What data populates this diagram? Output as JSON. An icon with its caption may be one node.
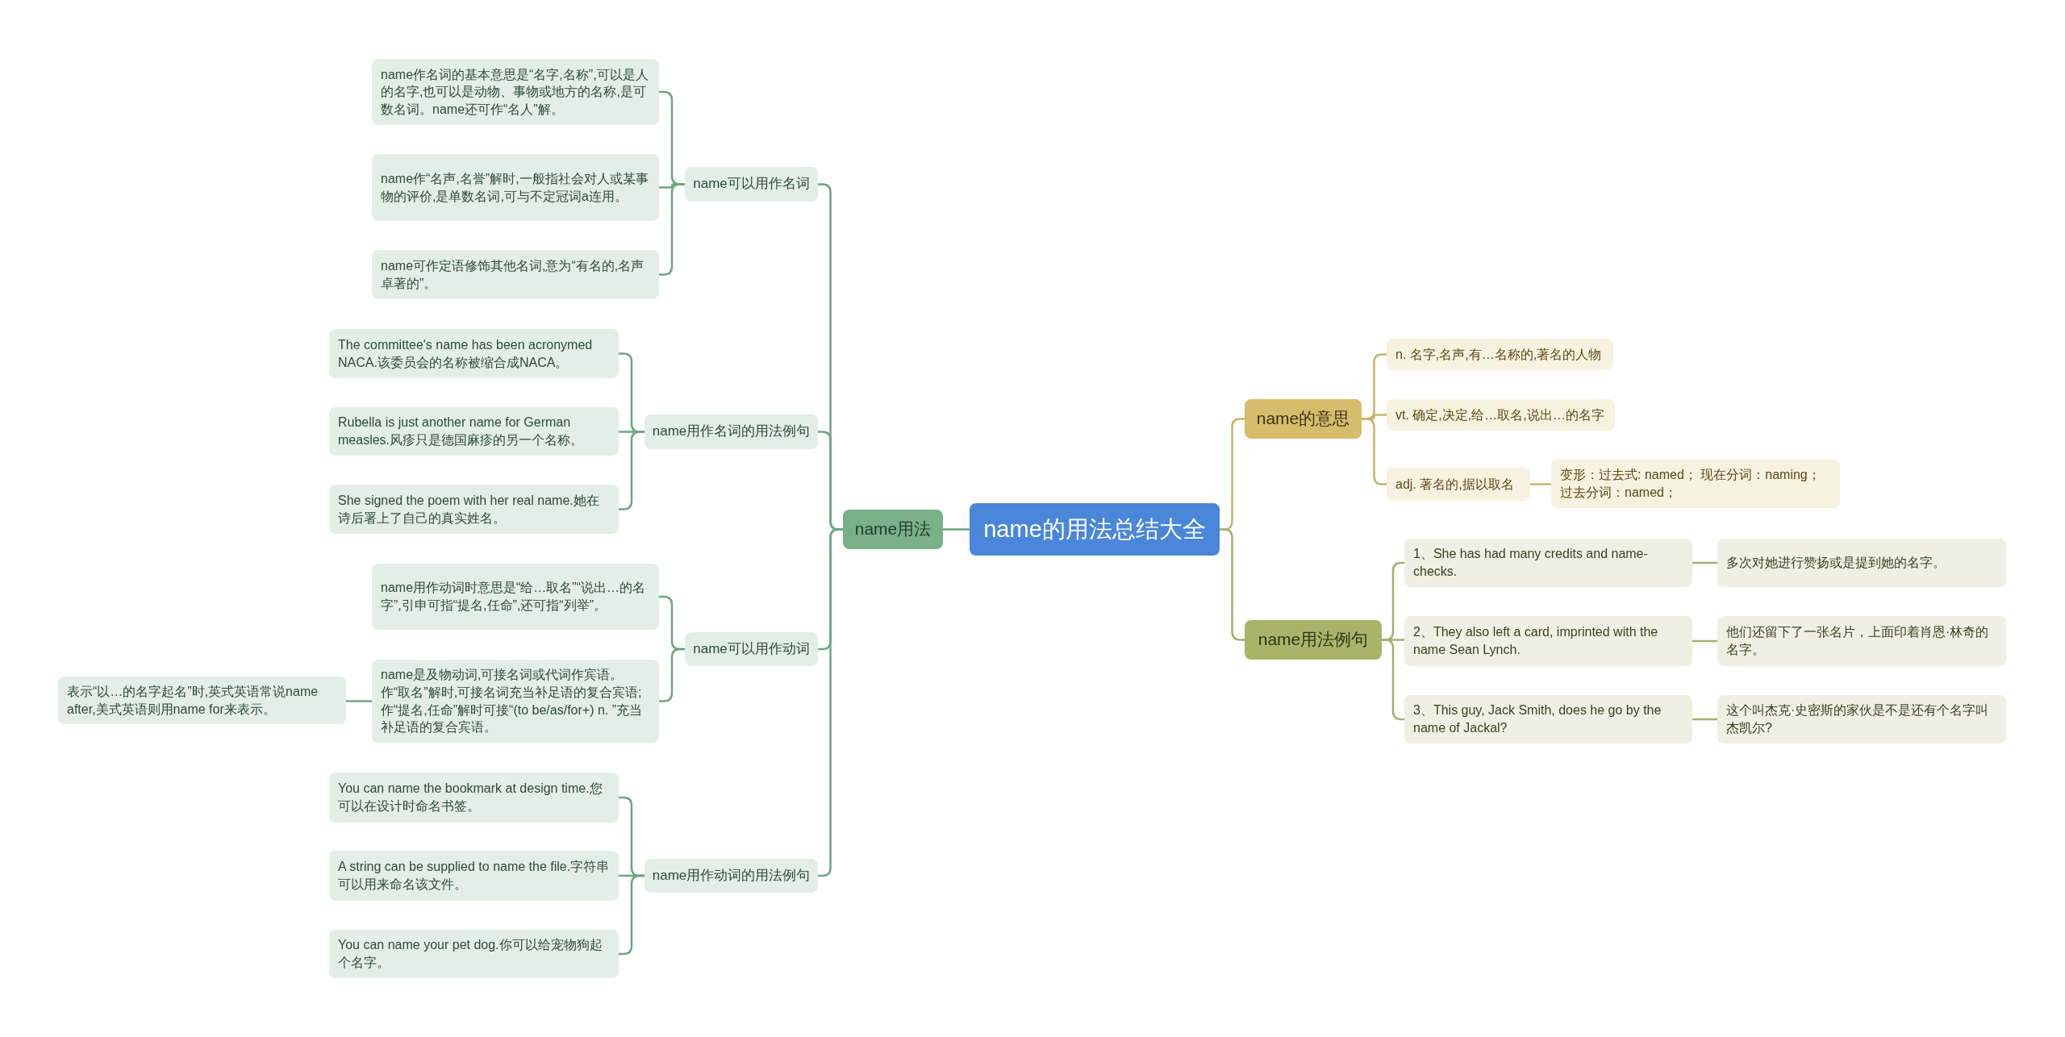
{
  "diagram": {
    "nodes": [
      {
        "text": [
          "name的用法总结大全"
        ]
      },
      {
        "text": [
          "name用法"
        ]
      },
      {
        "text": [
          "name可以用作名词"
        ]
      },
      {
        "text": [
          "name作名词的基本意思是“名字,名称”,可以是人的名字,也可以是动物、事物或地方的名称,是可数名词。name还可作“名人”解。"
        ]
      },
      {
        "text": [
          "name作“名声,名誉”解时,一般指社会对人或某事物的评价,是单数名词,可与不定冠词a连用。"
        ]
      },
      {
        "text": [
          "name可作定语修饰其他名词,意为“有名的,名声卓著的”。"
        ]
      },
      {
        "text": [
          "name用作名词的用法例句"
        ]
      },
      {
        "text": [
          "The committee's name has been acronymed NACA.该委员会的名称被缩合成NACA。"
        ]
      },
      {
        "text": [
          "Rubella is just another name for German measles.风疹只是德国麻疹的另一个名称。"
        ]
      },
      {
        "text": [
          "She signed the poem with her real name.她在诗后署上了自己的真实姓名。"
        ]
      },
      {
        "text": [
          "name可以用作动词"
        ]
      },
      {
        "text": [
          "name用作动词时意思是“给…取名”“说出…的名字”,引申可指“提名,任命”,还可指“列举”。"
        ]
      },
      {
        "text": [
          "name是及物动词,可接名词或代词作宾语。作“取名”解时,可接名词充当补足语的复合宾语; 作“提名,任命”解时可接“(to be/as/for+) n. ”充当补足语的复合宾语。"
        ]
      },
      {
        "text": [
          "表示“以…的名字起名”时,英式英语常说name after,美式英语则用name for来表示。"
        ]
      },
      {
        "text": [
          "name用作动词的用法例句"
        ]
      },
      {
        "text": [
          "You can name the bookmark at design time.您可以在设计时命名书签。"
        ]
      },
      {
        "text": [
          "A string can be supplied to name the file.字符串可以用来命名该文件。"
        ]
      },
      {
        "text": [
          "You can name your pet dog.你可以给宠物狗起个名字。"
        ]
      },
      {
        "text": [
          "name的意思"
        ]
      },
      {
        "text": [
          "n. 名字,名声,有…名称的,著名的人物"
        ]
      },
      {
        "text": [
          "vt. 确定,决定,给…取名,说出…的名字"
        ]
      },
      {
        "text": [
          "adj. 著名的,据以取名"
        ]
      },
      {
        "text": [
          "变形：过去式: named；  现在分词：naming；过去分词：named；"
        ]
      },
      {
        "text": [
          "name用法例句"
        ]
      },
      {
        "text": [
          "1、She has had many credits and name-checks."
        ]
      },
      {
        "text": [
          "多次对她进行赞扬或是提到她的名字。"
        ]
      },
      {
        "text": [
          "2、They also left a card, imprinted with the name Sean Lynch."
        ]
      },
      {
        "text": [
          "他们还留下了一张名片，上面印着肖恩·林奇的名字。"
        ]
      },
      {
        "text": [
          "3、This guy, Jack Smith, does he go by the name of Jackal?"
        ]
      },
      {
        "text": [
          "这个叫杰克·史密斯的家伙是不是还有个名字叫杰凯尔?"
        ]
      }
    ],
    "edges": [
      {
        "from": 0,
        "to": 1,
        "arrow": "none"
      },
      {
        "from": 1,
        "to": 2,
        "arrow": "none"
      },
      {
        "from": 2,
        "to": 3,
        "arrow": "none"
      },
      {
        "from": 2,
        "to": 4,
        "arrow": "none"
      },
      {
        "from": 2,
        "to": 5,
        "arrow": "none"
      },
      {
        "from": 1,
        "to": 6,
        "arrow": "none"
      },
      {
        "from": 6,
        "to": 7,
        "arrow": "none"
      },
      {
        "from": 6,
        "to": 8,
        "arrow": "none"
      },
      {
        "from": 6,
        "to": 9,
        "arrow": "none"
      },
      {
        "from": 1,
        "to": 10,
        "arrow": "none"
      },
      {
        "from": 10,
        "to": 11,
        "arrow": "none"
      },
      {
        "from": 10,
        "to": 12,
        "arrow": "none"
      },
      {
        "from": 12,
        "to": 13,
        "arrow": "none"
      },
      {
        "from": 1,
        "to": 14,
        "arrow": "none"
      },
      {
        "from": 14,
        "to": 15,
        "arrow": "none"
      },
      {
        "from": 14,
        "to": 16,
        "arrow": "none"
      },
      {
        "from": 14,
        "to": 17,
        "arrow": "none"
      },
      {
        "from": 0,
        "to": 18,
        "arrow": "none",
        "color": "#c9b46a"
      },
      {
        "from": 18,
        "to": 19,
        "arrow": "none",
        "color": "#c9b46a"
      },
      {
        "from": 18,
        "to": 20,
        "arrow": "none",
        "color": "#c9b46a"
      },
      {
        "from": 18,
        "to": 21,
        "arrow": "none",
        "color": "#c9b46a"
      },
      {
        "from": 21,
        "to": 22,
        "arrow": "none",
        "color": "#c9b46a"
      },
      {
        "from": 0,
        "to": 23,
        "arrow": "none",
        "color": "#a6b06c"
      },
      {
        "from": 23,
        "to": 24,
        "arrow": "none",
        "color": "#a6b06c"
      },
      {
        "from": 24,
        "to": 25,
        "arrow": "none",
        "color": "#a6b06c"
      },
      {
        "from": 23,
        "to": 26,
        "arrow": "none",
        "color": "#a6b06c"
      },
      {
        "from": 26,
        "to": 27,
        "arrow": "none",
        "color": "#a6b06c"
      },
      {
        "from": 23,
        "to": 28,
        "arrow": "none",
        "color": "#a6b06c"
      },
      {
        "from": 28,
        "to": 29,
        "arrow": "none",
        "color": "#a6b06c"
      }
    ]
  }
}
